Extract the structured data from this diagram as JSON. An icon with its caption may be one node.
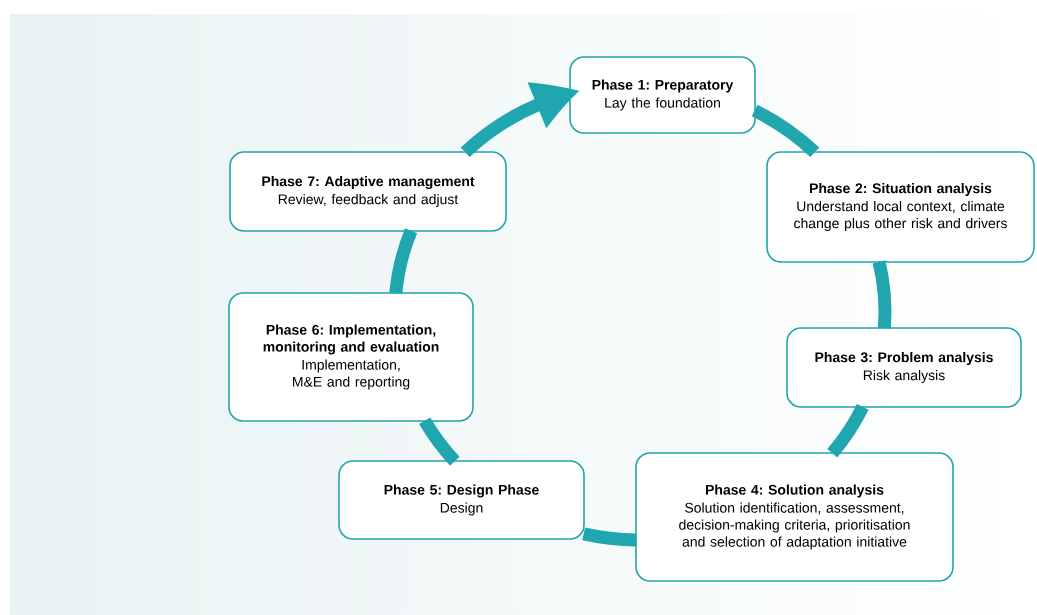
{
  "diagram": {
    "nodes": [
      {
        "text": [
          "Phase 1: Preparatory",
          "Lay the foundation"
        ]
      },
      {
        "text": [
          "Phase 2: Situation analysis",
          "Understand local context, climate change plus other risk and drivers"
        ]
      },
      {
        "text": [
          "Phase 3: Problem analysis",
          "Risk analysis"
        ]
      },
      {
        "text": [
          "Phase 4: Solution analysis",
          "Solution identification, assessment, decision-making criteria, prioritisation and selection of adaptation initiative"
        ]
      },
      {
        "text": [
          "Phase 5: Design Phase",
          "Design"
        ]
      },
      {
        "text": [
          "Phase 6: Implementation, monitoring and evaluation",
          "Implementation, M&E and reporting"
        ]
      },
      {
        "text": [
          "Phase 7: Adaptive management",
          "Review, feedback and adjust"
        ]
      }
    ],
    "edges": [
      {
        "from": 0,
        "to": 1,
        "arrow": "none"
      },
      {
        "from": 1,
        "to": 2,
        "arrow": "none"
      },
      {
        "from": 2,
        "to": 3,
        "arrow": "none"
      },
      {
        "from": 3,
        "to": 4,
        "arrow": "none"
      },
      {
        "from": 4,
        "to": 5,
        "arrow": "none"
      },
      {
        "from": 5,
        "to": 6,
        "arrow": "none"
      },
      {
        "from": 6,
        "to": 0,
        "arrow": "to"
      }
    ]
  }
}
